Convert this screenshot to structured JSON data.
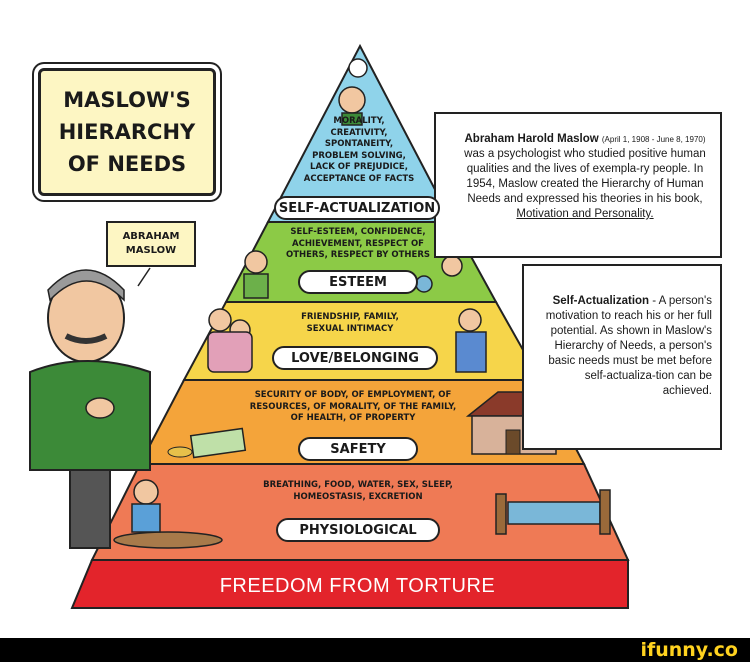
{
  "title": "MASLOW'S\nHIERARCHY\nOF NEEDS",
  "person_label": "ABRAHAM\nMASLOW",
  "bio": {
    "name": "Abraham Harold Maslow",
    "dates": "(April 1, 1908 - June 8, 1970)",
    "text": "was a psychologist who studied positive human qualities and the lives of exempla-ry people. In 1954, Maslow created the Hierarchy of Human Needs and expressed his theories in his book,",
    "book": "Motivation and Personality."
  },
  "self_actualization_note": {
    "term": "Self-Actualization",
    "text": "- A person's motivation to reach his or her full potential. As shown in Maslow's Hierarchy of Needs, a person's basic needs must be met before self-actualiza-tion can be achieved."
  },
  "levels": [
    {
      "label": "SELF-ACTUALIZATION",
      "text": "MORALITY,\nCREATIVITY,\nSPONTANEITY,\nPROBLEM SOLVING,\nLACK OF PREJUDICE,\nACCEPTANCE OF FACTS",
      "color": "#8fd3ea"
    },
    {
      "label": "ESTEEM",
      "text": "SELF-ESTEEM, CONFIDENCE,\nACHIEVEMENT, RESPECT OF\nOTHERS, RESPECT BY OTHERS",
      "color": "#8cca46"
    },
    {
      "label": "LOVE/BELONGING",
      "text": "FRIENDSHIP, FAMILY,\nSEXUAL INTIMACY",
      "color": "#f6d54a"
    },
    {
      "label": "SAFETY",
      "text": "SECURITY OF BODY, OF EMPLOYMENT, OF\nRESOURCES, OF MORALITY, OF THE FAMILY,\nOF HEALTH, OF PROPERTY",
      "color": "#f4a43a"
    },
    {
      "label": "PHYSIOLOGICAL",
      "text": "BREATHING, FOOD, WATER, SEX, SLEEP,\nHOMEOSTASIS, EXCRETION",
      "color": "#ef7a55"
    }
  ],
  "base": {
    "label": "FREEDOM FROM TORTURE",
    "color": "#e3242b"
  },
  "watermark": "ifunny.co"
}
